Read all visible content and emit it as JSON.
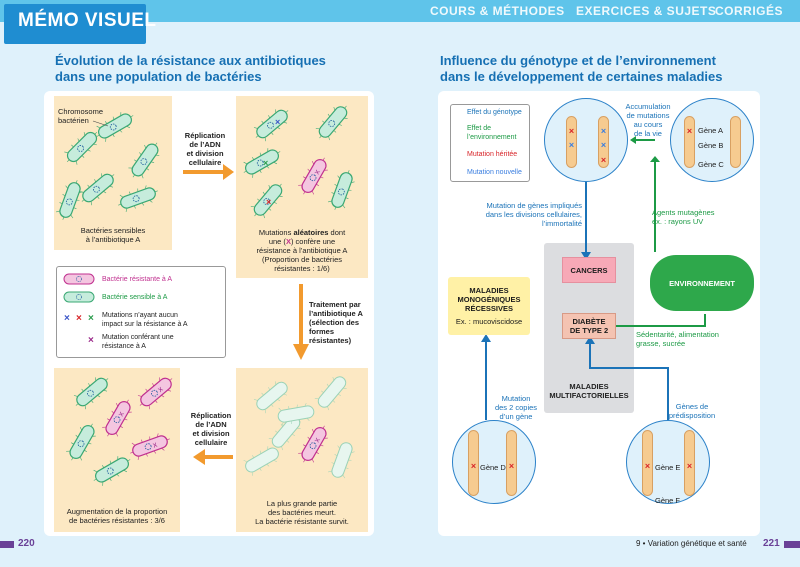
{
  "header": {
    "tag": "MÉMO VISUEL",
    "nav": [
      "COURS & MÉTHODES",
      "EXERCICES & SUJETS",
      "CORRIGÉS"
    ]
  },
  "left": {
    "title_line1": "Évolution de la résistance aux antibiotiques",
    "title_line2": "dans une population de bactéries",
    "chromosome_label": "Chromosome\nbactérien",
    "box1_caption": "Bactéries sensibles\nà l’antibiotique A",
    "step1_label": "Réplication\nde l’ADN\net division\ncellulaire",
    "box2_caption_pre": "Mutations ",
    "box2_caption_bold": "aléatoires",
    "box2_caption_mid": " dont\nune (",
    "box2_caption_x": "X",
    "box2_caption_post": ") confère une\nrésistance à l’antibiotique A\n(Proportion de bactéries\nrésistantes : 1/6)",
    "step2_label": "Traitement par\nl’antibiotique A\n(sélection des\nformes\nrésistantes)",
    "step3_label": "Réplication\nde l’ADN\net division\ncellulaire",
    "box3_caption": "La plus grande partie\ndes bactéries meurt.\nLa bactérie résistante survit.",
    "box4_caption": "Augmentation de la proportion\nde bactéries résistantes : 3/6",
    "legend": {
      "resistant": "Bactérie résistante à A",
      "sensitive": "Bactérie sensible à A",
      "neutral": "Mutations n’ayant aucun\nimpact sur la résistance à A",
      "conferring": "Mutation conférant une\nrésistance à A"
    }
  },
  "right": {
    "title_line1": "Influence du génotype et de l’environnement",
    "title_line2": "dans le développement de certaines maladies",
    "legend": {
      "genotype": "Effet du génotype",
      "environment": "Effet de\nl’environnement",
      "inherited": "Mutation héritée",
      "new": "Mutation nouvelle"
    },
    "accumulation": "Accumulation\nde mutations\nau cours\nde la vie",
    "mutation_genes": "Mutation de gènes impliqués\ndans les divisions cellulaires,\nl’immortalité",
    "agents": "Agents mutagènes\nex. : rayons UV",
    "cancers": "CANCERS",
    "environnement": "ENVIRONNEMENT",
    "monogenic": "MALADIES\nMONOGÉNIQUES\nRÉCESSIVES",
    "monogenic_ex": "Ex. : mucoviscidose",
    "diabetes": "DIABÈTE\nDE TYPE 2",
    "lifestyle": "Sédentarité, alimentation\ngrasse, sucrée",
    "multifactorial": "MALADIES\nMULTIFACTORIELLES",
    "mutation_2copies": "Mutation\ndes 2 copies\nd’un gène",
    "predisposition": "Gènes de\nprédisposition",
    "genes": {
      "a": "Gène A",
      "b": "Gène B",
      "c": "Gène C",
      "d": "Gène D",
      "e": "Gène E",
      "f": "Gène F"
    }
  },
  "footer": {
    "page_left": "220",
    "page_right": "221",
    "chapter": "9 • Variation génétique et santé"
  },
  "colors": {
    "accent_blue": "#1670b3",
    "cream_box": "#fce8c3",
    "arrow_orange": "#f29a2e",
    "green": "#1c9a45",
    "red_mark": "#d8262a",
    "footer_purple": "#6a4197"
  }
}
